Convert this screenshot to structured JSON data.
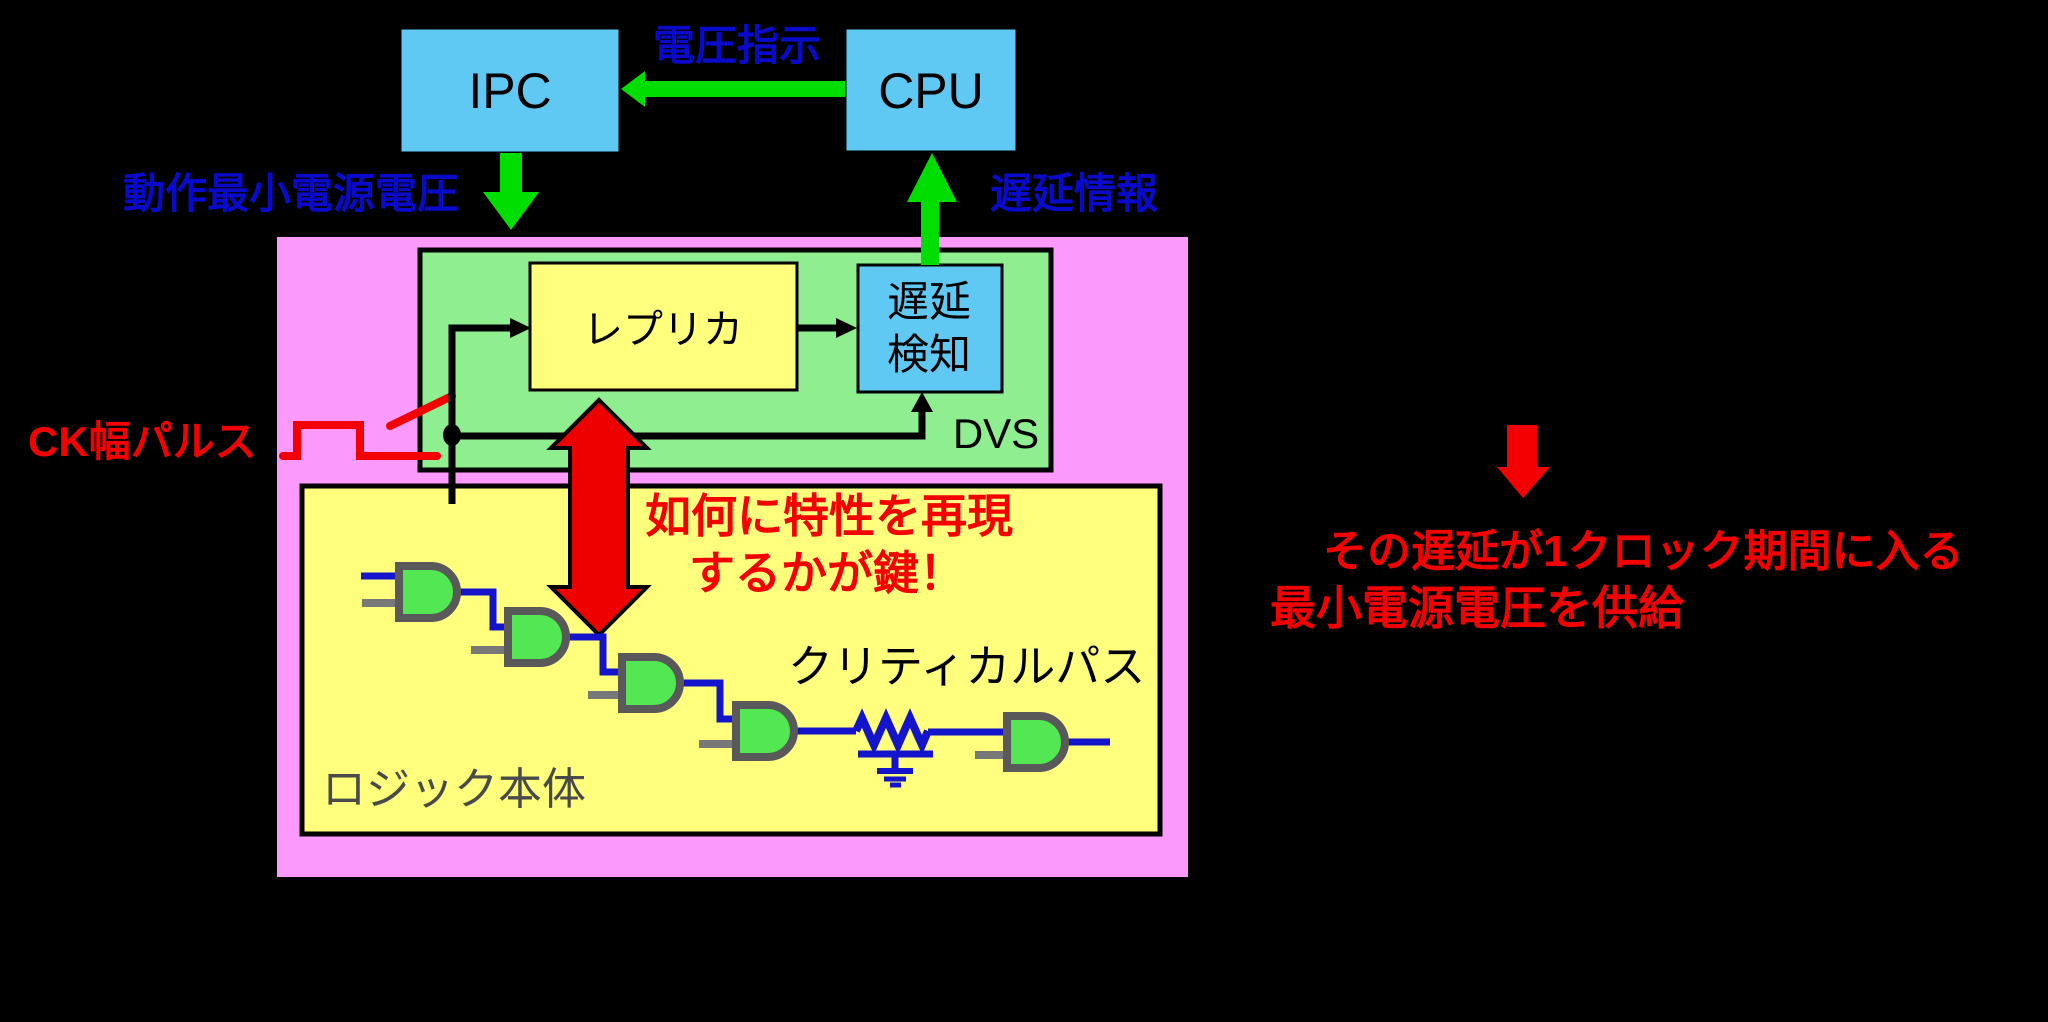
{
  "title": "DVS replica delay diagram",
  "colors": {
    "background": "#000000",
    "panel_pink": "#FC99FC",
    "box_green": "#8FEE8F",
    "box_yellow": "#FFFF7D",
    "box_blue": "#5FC8F3",
    "gate_green": "#53E853",
    "gate_border": "#595959",
    "wire_blue": "#1414CC",
    "arrow_green": "#00DD00",
    "accent_red": "#F40000",
    "big_arrow_red": "#EE0000",
    "text_blue": "#0A0ACA",
    "text_gray": "#4A4A4A"
  },
  "top": {
    "ipc_label": "IPC",
    "cpu_label": "CPU",
    "voltage_command": "電圧指示",
    "min_operating_voltage": "動作最小電源電圧",
    "delay_info": "遅延情報"
  },
  "dvs": {
    "replica_label": "レプリカ",
    "delay_detect_line1": "遅延",
    "delay_detect_line2": "検知",
    "dvs_label": "DVS"
  },
  "logic": {
    "body_label": "ロジック本体",
    "critical_path_label": "クリティカルパス"
  },
  "annotations": {
    "ck_pulse": "CK幅パルス",
    "key_point_line1": "如何に特性を再現",
    "key_point_line2": "するかが鍵！",
    "supply_line1": "その遅延が1クロック期間に入る",
    "supply_line2": "最小電源電圧を供給"
  }
}
